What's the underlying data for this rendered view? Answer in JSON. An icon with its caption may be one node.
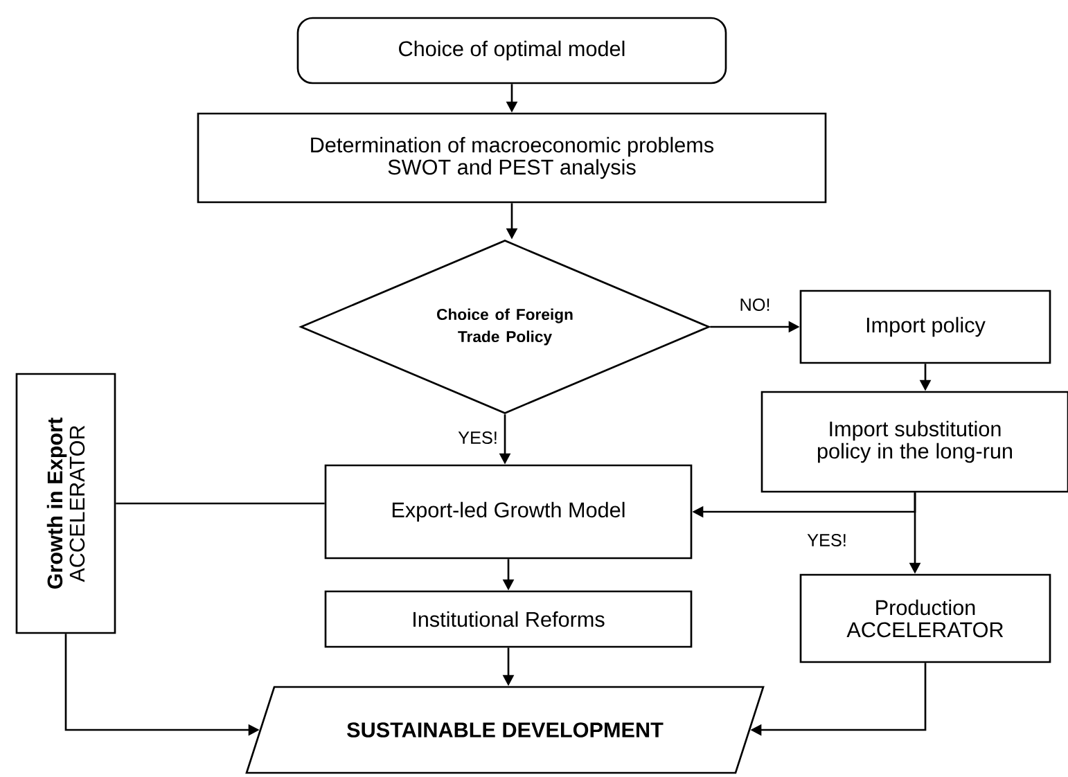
{
  "diagram": {
    "nodes": [
      {
        "text": [
          "Choice of optimal model"
        ]
      },
      {
        "text": [
          "Determination of macroeconomic problems",
          "SWOT and PEST analysis"
        ]
      },
      {
        "text": [
          "Choice of Foreign Trade Policy"
        ]
      },
      {
        "text": [
          "Import policy"
        ]
      },
      {
        "text": [
          "Import substitution policy in the long-run"
        ]
      },
      {
        "text": [
          "Growth in Export",
          "ACCELERATOR"
        ]
      },
      {
        "text": [
          "Export-led Growth Model"
        ]
      },
      {
        "text": [
          "Institutional Reforms"
        ]
      },
      {
        "text": [
          "Production",
          "ACCELERATOR"
        ]
      },
      {
        "text": [
          "SUSTAINABLE DEVELOPMENT"
        ]
      }
    ],
    "edges": [
      {
        "from": 0,
        "to": 1,
        "arrow": "to"
      },
      {
        "from": 1,
        "to": 2,
        "arrow": "to"
      },
      {
        "from": 2,
        "to": 3,
        "arrow": "to",
        "label": "NO!"
      },
      {
        "from": 2,
        "to": 6,
        "arrow": "to",
        "label": "YES!"
      },
      {
        "from": 3,
        "to": 4,
        "arrow": "to"
      },
      {
        "from": 4,
        "to": 6,
        "arrow": "to",
        "label": "YES!"
      },
      {
        "from": 4,
        "to": 8,
        "arrow": "to"
      },
      {
        "from": 5,
        "to": 6,
        "arrow": "none"
      },
      {
        "from": 6,
        "to": 7,
        "arrow": "to"
      },
      {
        "from": 7,
        "to": 9,
        "arrow": "to"
      },
      {
        "from": 5,
        "to": 9,
        "arrow": "to"
      },
      {
        "from": 8,
        "to": 9,
        "arrow": "to"
      }
    ]
  }
}
